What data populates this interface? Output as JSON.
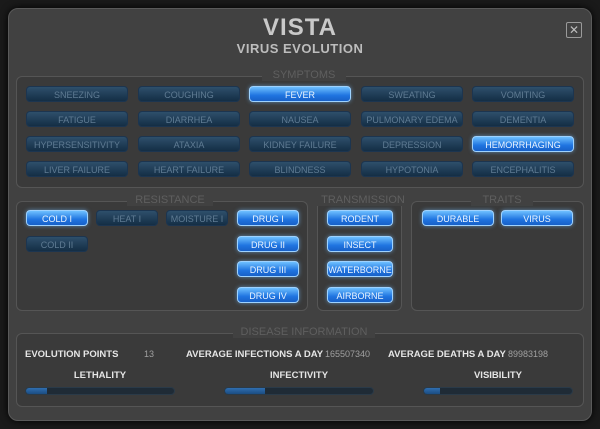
{
  "header": {
    "title": "VISTA",
    "subtitle": "VIRUS EVOLUTION",
    "close_glyph": "✕"
  },
  "symptoms": {
    "legend": "SYMPTOMS",
    "buttons": [
      {
        "label": "SNEEZING",
        "active": false
      },
      {
        "label": "COUGHING",
        "active": false
      },
      {
        "label": "FEVER",
        "active": true
      },
      {
        "label": "SWEATING",
        "active": false
      },
      {
        "label": "VOMITING",
        "active": false
      },
      {
        "label": "FATIGUE",
        "active": false
      },
      {
        "label": "DIARRHEA",
        "active": false
      },
      {
        "label": "NAUSEA",
        "active": false
      },
      {
        "label": "PULMONARY EDEMA",
        "active": false
      },
      {
        "label": "DEMENTIA",
        "active": false
      },
      {
        "label": "HYPERSENSITIVITY",
        "active": false
      },
      {
        "label": "ATAXIA",
        "active": false
      },
      {
        "label": "KIDNEY FAILURE",
        "active": false
      },
      {
        "label": "DEPRESSION",
        "active": false
      },
      {
        "label": "HEMORRHAGING",
        "active": true
      },
      {
        "label": "LIVER FAILURE",
        "active": false
      },
      {
        "label": "HEART FAILURE",
        "active": false
      },
      {
        "label": "BLINDNESS",
        "active": false
      },
      {
        "label": "HYPOTONIA",
        "active": false
      },
      {
        "label": "ENCEPHALITIS",
        "active": false
      }
    ]
  },
  "resistance": {
    "legend": "RESISTANCE",
    "buttons": [
      {
        "label": "COLD I",
        "active": true
      },
      {
        "label": "HEAT I",
        "active": false
      },
      {
        "label": "MOISTURE I",
        "active": false
      },
      {
        "label": "DRUG I",
        "active": true
      },
      {
        "label": "COLD II",
        "active": false
      },
      {
        "label": "DRUG II",
        "active": true
      },
      {
        "label": "DRUG III",
        "active": true
      },
      {
        "label": "DRUG IV",
        "active": true
      }
    ]
  },
  "transmission": {
    "legend": "TRANSMISSION",
    "buttons": [
      {
        "label": "RODENT",
        "active": true
      },
      {
        "label": "INSECT",
        "active": true
      },
      {
        "label": "WATERBORNE",
        "active": true
      },
      {
        "label": "AIRBORNE",
        "active": true
      }
    ]
  },
  "traits": {
    "legend": "TRAITS",
    "buttons": [
      {
        "label": "DURABLE",
        "active": true
      },
      {
        "label": "VIRUS",
        "active": true
      }
    ]
  },
  "disease_info": {
    "legend": "DISEASE INFORMATION",
    "evolution_points_label": "EVOLUTION POINTS",
    "evolution_points": "13",
    "avg_infections_label": "AVERAGE INFECTIONS A DAY",
    "avg_infections": "165507340",
    "avg_deaths_label": "AVERAGE DEATHS A DAY",
    "avg_deaths": "89983198",
    "lethality_label": "LETHALITY",
    "lethality": 0.14,
    "infectivity_label": "INFECTIVITY",
    "infectivity": 0.27,
    "visibility_label": "VISIBILITY",
    "visibility": 0.11
  },
  "colors": {
    "active": "#1f74e0",
    "inactive": "#1c3550",
    "background": "#414141"
  }
}
